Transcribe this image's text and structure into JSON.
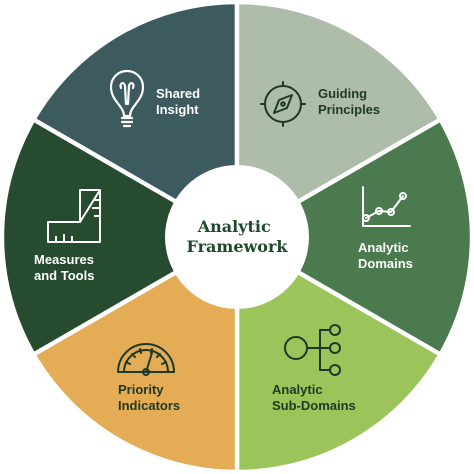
{
  "center": {
    "line1": "Analytic",
    "line2": "Framework",
    "color": "#1e4a2c"
  },
  "segments": [
    {
      "line1": "Shared",
      "line2": "Insight",
      "color": "#3d5a5e",
      "text_color": "#ffffff",
      "icon": "lightbulb-icon"
    },
    {
      "line1": "Guiding",
      "line2": "Principles",
      "color": "#aebcaa",
      "text_color": "#1e3a26",
      "icon": "compass-icon"
    },
    {
      "line1": "Analytic",
      "line2": "Domains",
      "color": "#4a7a4e",
      "text_color": "#ffffff",
      "icon": "line-chart-icon"
    },
    {
      "line1": "Analytic",
      "line2": "Sub-Domains",
      "color": "#9bc45a",
      "text_color": "#1e3a26",
      "icon": "hierarchy-icon"
    },
    {
      "line1": "Priority",
      "line2": "Indicators",
      "color": "#e4ac55",
      "text_color": "#1e3a26",
      "icon": "gauge-icon"
    },
    {
      "line1": "Measures",
      "line2": "and Tools",
      "color": "#264b2e",
      "text_color": "#ffffff",
      "icon": "ruler-square-icon"
    }
  ]
}
